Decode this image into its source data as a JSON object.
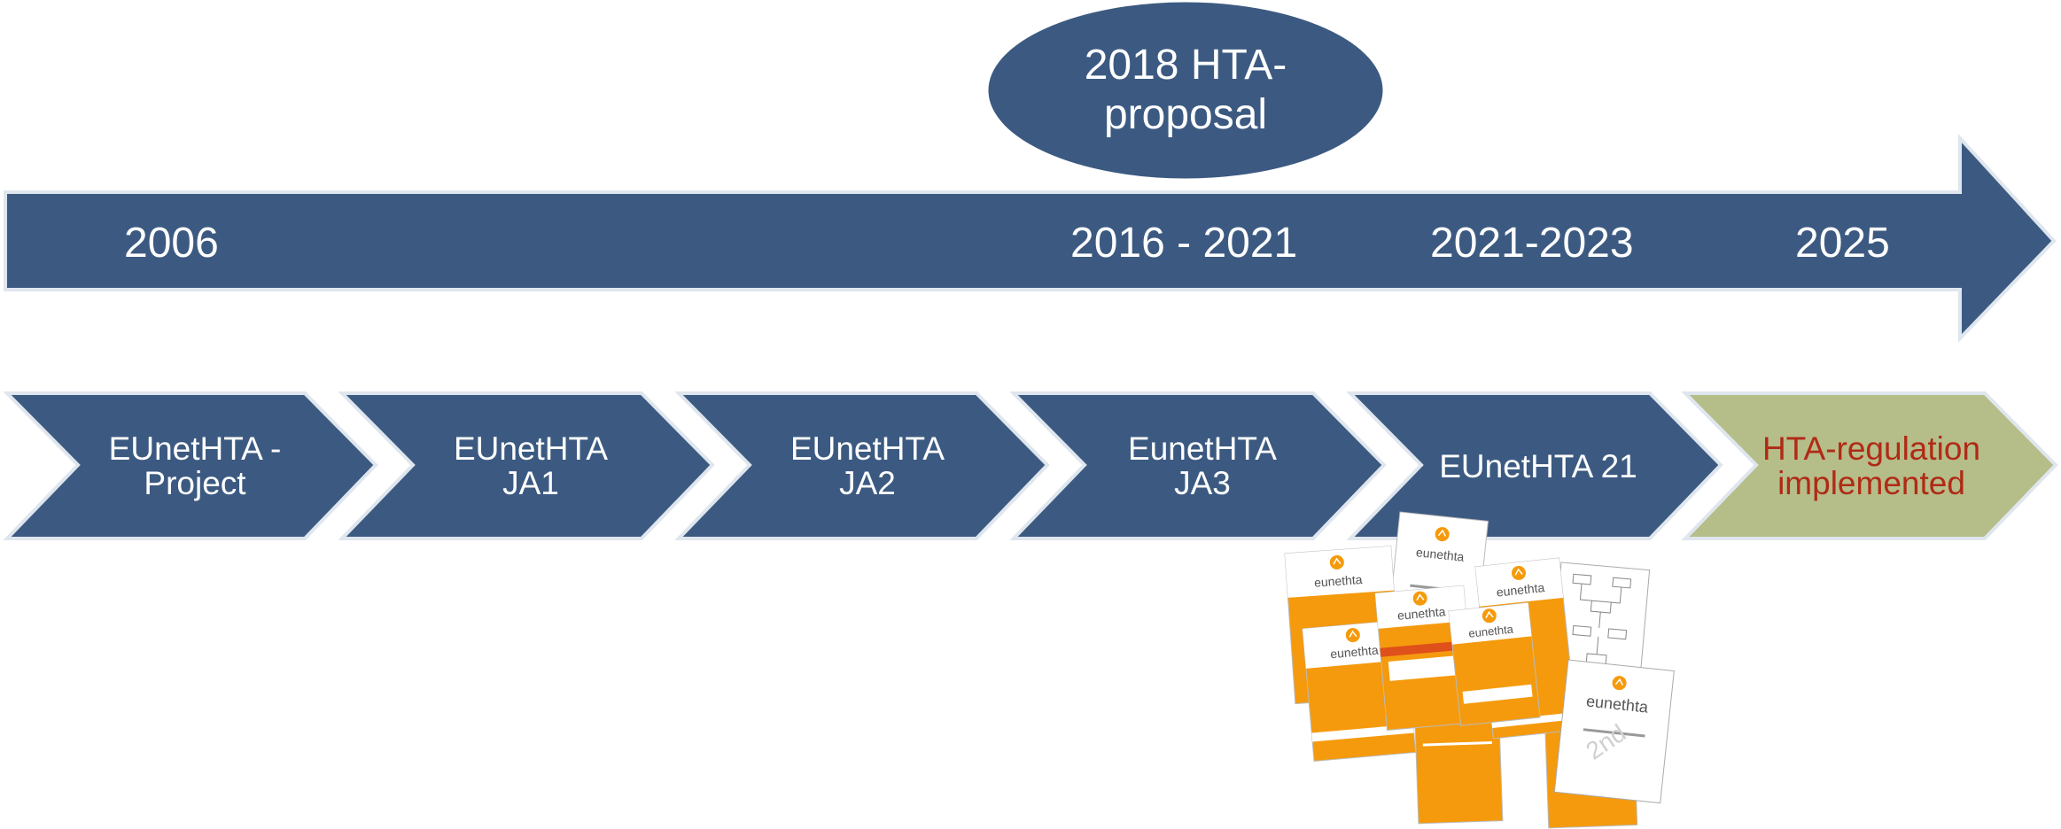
{
  "colors": {
    "arrow_fill": "#3c5a81",
    "arrow_outline": "#dfe6ee",
    "final_chevron_fill": "#b5bd89",
    "final_chevron_text": "#b02a15",
    "doc_orange": "#f59a0c"
  },
  "milestone_oval": {
    "label": "2018  HTA-\nproposal"
  },
  "timeline_years": [
    "2006",
    "2016 - 2021",
    "2021-2023",
    "2025"
  ],
  "phases": [
    {
      "label": "EUnetHTA -\nProject"
    },
    {
      "label": "EUnetHTA\nJA1"
    },
    {
      "label": "EUnetHTA\nJA2"
    },
    {
      "label": "EunetHTA\nJA3"
    },
    {
      "label": "EUnetHTA 21"
    },
    {
      "label": "HTA-regulation\nimplemented"
    }
  ],
  "document_stack": {
    "logo_text": "eunethta",
    "stamp_text": "2nd"
  }
}
